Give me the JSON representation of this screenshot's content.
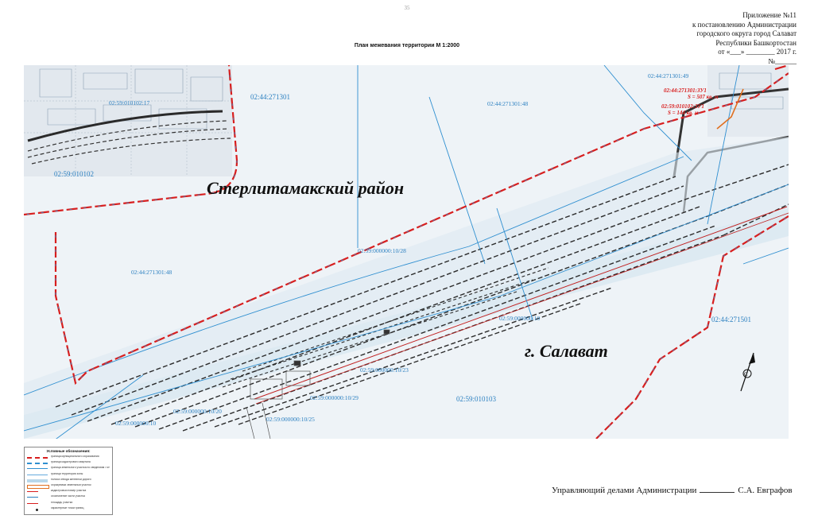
{
  "page": {
    "number": "35"
  },
  "appendix": {
    "line1": "Приложение №11",
    "line2": "к постановлению Администрации",
    "line3": "городского округа город Салават",
    "line4": "Республики Башкортостан",
    "line5": "от «___» ________ 2017 г.",
    "line6": "№______"
  },
  "map": {
    "title": "План межевания территории  М 1:2000",
    "region_labels": {
      "district": "Стерлитамакский район",
      "city": "г. Салават"
    },
    "parcel_labels": {
      "p271301_top": "02:44:271301",
      "p271301_49": "02:44:271301:49",
      "p271301_48_top": "02:44:271301:48",
      "p271301_48_left": "02:44:271301:48",
      "p010102_17": "02:59:010102:17",
      "p010102": "02:59:010102",
      "p000000_10_28": "02:59:000000:10/28",
      "p000000_10_right": "02:59:000000:10",
      "p000000_10_23": "02:59:000000:10/23",
      "p000000_10_29": "02:59:000000:10/29",
      "p000000_10_20": "02:59:000000:10/20",
      "p000000_10_25": "02:59:000000:10/25",
      "p000000_10_bottom": "02:59:000000:10",
      "p010103": "02:59:010103",
      "p271501": "02:44:271501"
    },
    "red_labels": {
      "zu1_a_id": "02:44:271301:ЗУ1",
      "zu1_a_area": "S = 507 кв. м",
      "zu1_b_id": "02:59:010102:ЗУ1",
      "zu1_b_area": "S = 144 кв. м"
    },
    "north_letter": "С",
    "colors": {
      "red_boundary": "#d81e1e",
      "blue_boundary": "#2f8fd0",
      "label_blue": "#2a7fc0",
      "rail_dark": "#222222",
      "map_bg": "#eef3f7"
    }
  },
  "legend": {
    "title": "Условные обозначения:",
    "items": [
      {
        "label": "граница муниципального образования",
        "color": "#d81e1e",
        "style": "dash"
      },
      {
        "label": "граница кадастрового квартала",
        "color": "#2f8fd0",
        "style": "dash"
      },
      {
        "label": "граница земельного участка по сведениям ГКН",
        "color": "#2f8fd0",
        "style": "solid"
      },
      {
        "label": "граница территории зоны",
        "color": "#66aadd",
        "style": "solid"
      },
      {
        "label": "полоса отвода железной дороги",
        "color": "#b9d7ea",
        "style": "fill"
      },
      {
        "label": "образуемый земельный участок",
        "color": "#e07020",
        "style": "box"
      },
      {
        "label": "кадастровый номер участка",
        "color": "#d81e1e",
        "style": "text"
      },
      {
        "label": "обозначение части участка",
        "color": "#2a7fc0",
        "style": "text"
      },
      {
        "label": "площадь участка",
        "color": "#d81e1e",
        "style": "text"
      },
      {
        "label": "характерные точки границ",
        "color": "#222222",
        "style": "dot"
      }
    ]
  },
  "signature": {
    "text": "Управляющий делами Администрации",
    "name": "С.А. Евграфов"
  }
}
